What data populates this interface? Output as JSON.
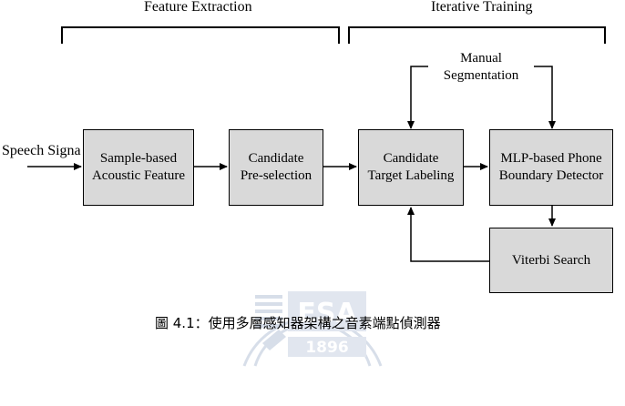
{
  "sections": {
    "feature_extraction": "Feature Extraction",
    "iterative_training": "Iterative Training"
  },
  "input_label": "Speech Signa",
  "manual_segmentation": {
    "line1": "Manual",
    "line2": "Segmentation"
  },
  "boxes": {
    "sample_based": {
      "line1": "Sample-based",
      "line2": "Acoustic Feature"
    },
    "candidate_pre": {
      "line1": "Candidate",
      "line2": "Pre-selection"
    },
    "candidate_target": {
      "line1": "Candidate",
      "line2": "Target Labeling"
    },
    "mlp_detector": {
      "line1": "MLP-based Phone",
      "line2": "Boundary Detector"
    },
    "viterbi": {
      "line1": "Viterbi Search"
    }
  },
  "caption": "圖 4.1：使用多層感知器架構之音素端點偵測器",
  "watermark": {
    "letters": "ESA",
    "year": "1896"
  }
}
